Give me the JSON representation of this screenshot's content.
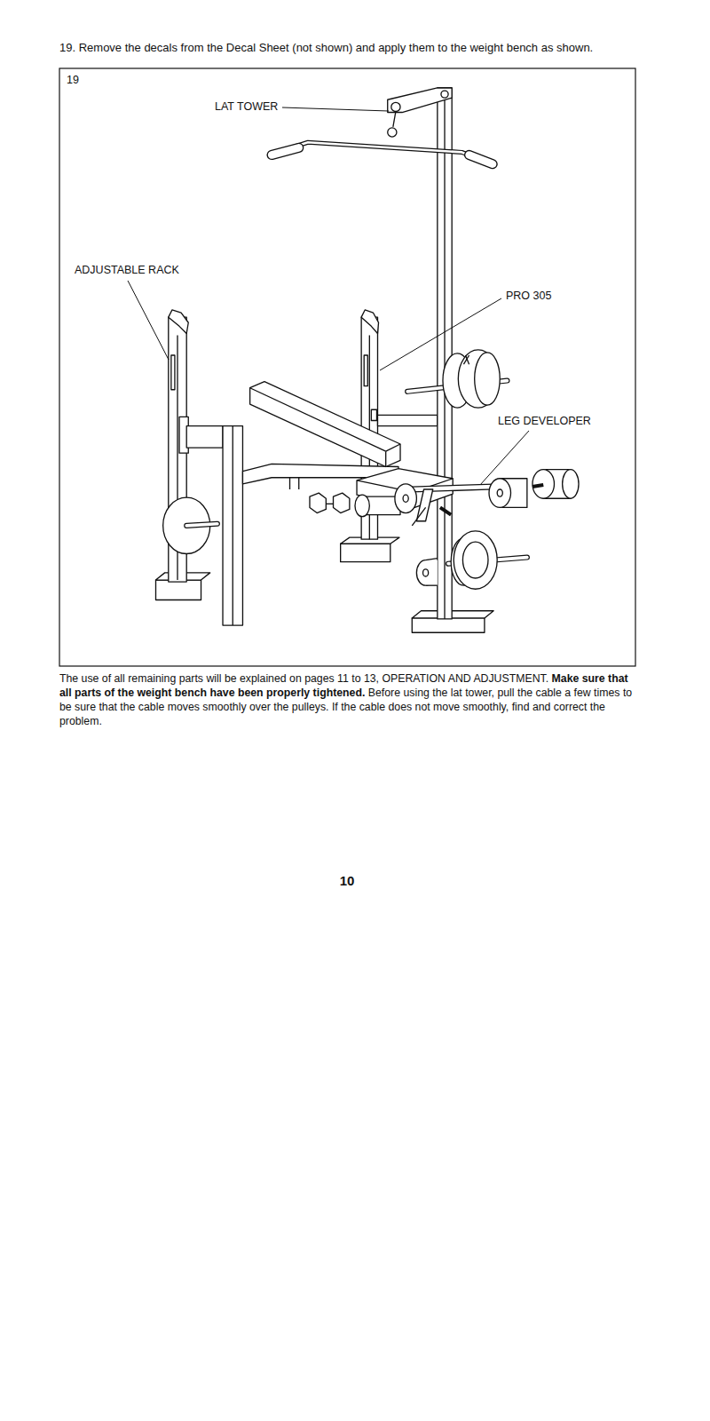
{
  "diagram": {
    "labels": [
      "19. Remove the decals from the Decal Sheet (not shown) and apply them to the weight bench as shown.",
      "19",
      "LAT TOWER",
      "ADJUSTABLE RACK",
      "PRO 305",
      "LEG DEVELOPER",
      "The use of all remaining parts will be explained on pages 11 to 13, OPERATION AND ADJUSTMENT.",
      "Make sure that all parts of the weight bench have been properly tightened.",
      "Before using the lat tower, pull the cable a few times to be sure that the cable moves smoothly over the pulleys. If the cable does not move smoothly, find and correct the problem.",
      "10"
    ]
  }
}
